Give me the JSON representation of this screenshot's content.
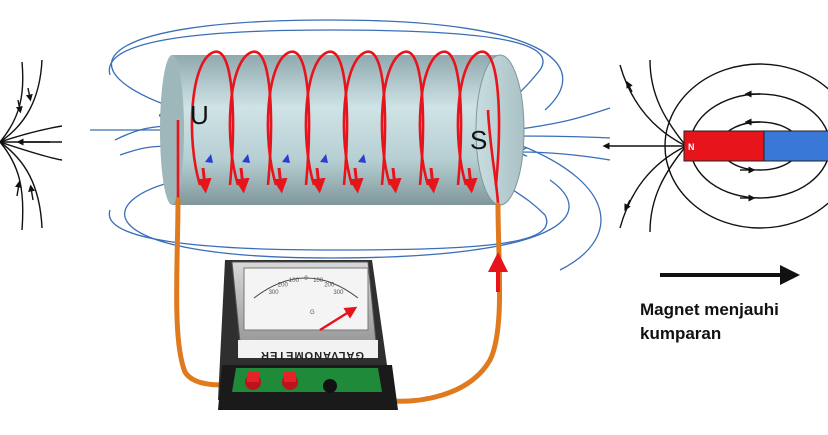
{
  "labels": {
    "north_pole": "U",
    "south_pole": "S",
    "magnet_pole": "N",
    "galvanometer_title": "GALVANOMETER",
    "galvanometer_symbol": "G"
  },
  "caption": {
    "line1": "Magnet menjauhi",
    "line2": "kumparan"
  },
  "gauge": {
    "ticks": [
      "300",
      "200",
      "100",
      "0",
      "100",
      "200",
      "300"
    ]
  },
  "colors": {
    "coil": "#e8141b",
    "field_lines": "#3a6fb8",
    "wire": "#e07a1f",
    "cylinder": "#b9d3d8",
    "magnet_north": "#e8141b",
    "magnet_south": "#3a78d8",
    "arrow": "#111111"
  }
}
